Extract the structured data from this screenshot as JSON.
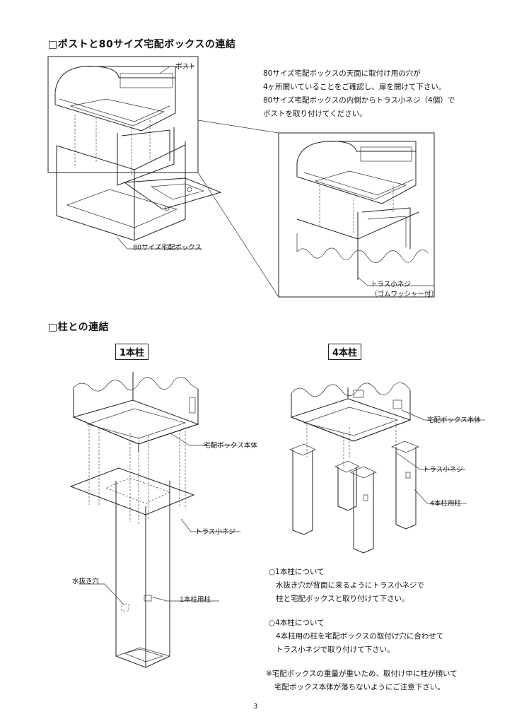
{
  "section1": {
    "title": "□ポストと80サイズ宅配ボックスの連結",
    "label_post": "ポスト",
    "label_box80": "80サイズ宅配ボックス",
    "instructions": [
      "80サイズ宅配ボックスの天面に取付け用の穴が",
      "4ヶ所開いていることをご確認し、扉を開けて下さい。",
      "80サイズ宅配ボックスの内側からトラス小ネジ（4個）で",
      "ポストを取り付けてください。"
    ],
    "label_screw": "トラス小ネジ",
    "label_washer": "（ゴムワッシャー付）"
  },
  "section2": {
    "title": "□柱との連結",
    "one_post_title": "1本柱",
    "four_post_title": "4本柱",
    "label_box_body_left": "宅配ボックス本体",
    "label_screw_left": "トラス小ネジ",
    "label_drain": "水抜き穴",
    "label_post1": "1本柱用柱",
    "label_box_body_right": "宅配ボックス本体",
    "label_screw_right": "トラス小ネジ",
    "label_post4": "4本柱用柱",
    "note_one": [
      "○1本柱について",
      "水抜き穴が背面に来るようにトラス小ネジで",
      "柱と宅配ボックスと取り付けて下さい。"
    ],
    "note_four": [
      "○4本柱について",
      "4本柱用の柱を宅配ボックスの取付け穴に合わせて",
      "トラス小ネジで取り付けて下さい。"
    ],
    "warning": [
      "※宅配ボックスの重量が重いため、取付け中に柱が傾いて",
      "宅配ボックス本体が落ちないようにご注意下さい。"
    ]
  },
  "page_number": "3"
}
